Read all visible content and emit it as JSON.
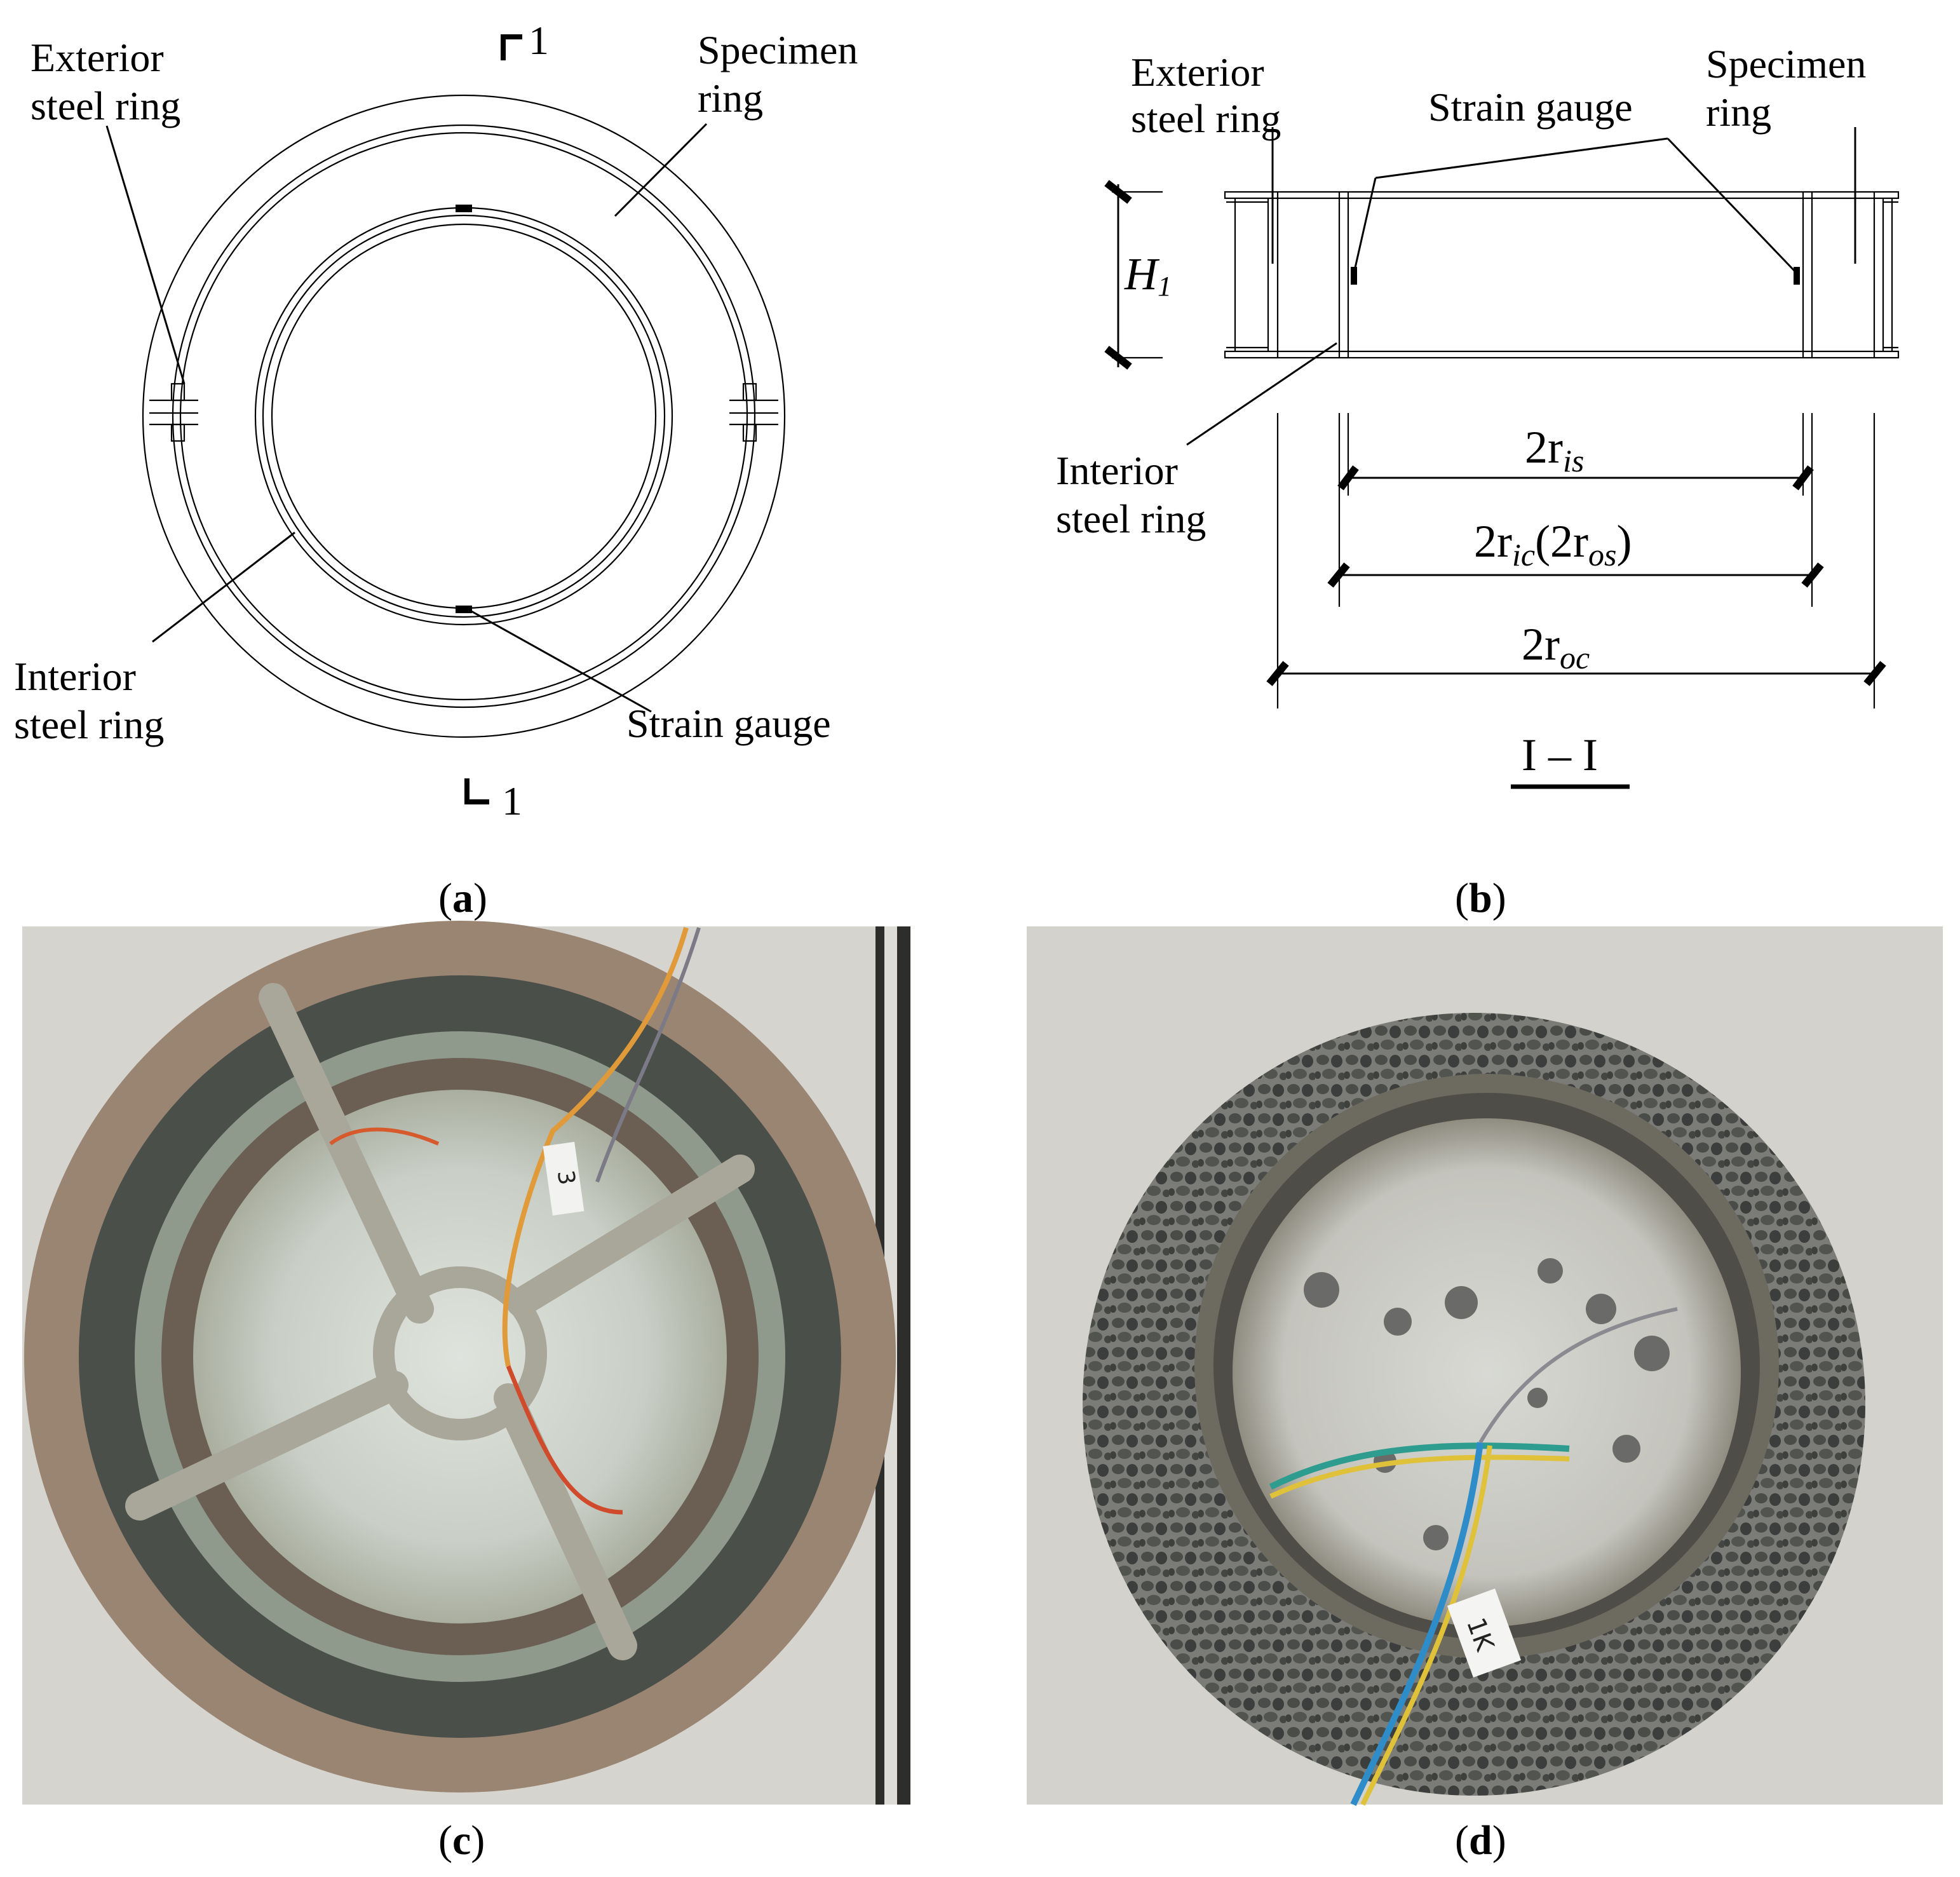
{
  "panel_a": {
    "exterior_ring_line1": "Exterior",
    "exterior_ring_line2": "steel ring",
    "specimen_ring_line1": "Specimen",
    "specimen_ring_line2": "ring",
    "interior_ring_line1": "Interior",
    "interior_ring_line2": "steel ring",
    "strain_gauge": "Strain gauge",
    "section_mark_top": "1",
    "section_mark_bottom": "1",
    "caption_letter": "a"
  },
  "panel_b": {
    "exterior_ring_line1": "Exterior",
    "exterior_ring_line2": "steel ring",
    "strain_gauge": "Strain gauge",
    "specimen_ring_line1": "Specimen",
    "specimen_ring_line2": "ring",
    "interior_ring_line1": "Interior",
    "interior_ring_line2": "steel  ring",
    "height_label": "H",
    "height_sub": "1",
    "dim1_main": "2r",
    "dim1_sub": "is",
    "dim2_main": "2r",
    "dim2_sub": "ic",
    "dim2_paren_open": "(2r",
    "dim2_paren_sub": "os",
    "dim2_paren_close": ")",
    "dim3_main": "2r",
    "dim3_sub": "oc",
    "section_title": "I – I",
    "caption_letter": "b"
  },
  "panel_c": {
    "caption_letter": "c",
    "sample_tag": "3"
  },
  "panel_d": {
    "caption_letter": "d",
    "sample_tag": "1K"
  },
  "colors": {
    "line": "#000000",
    "photo_background": "#d9d6cf",
    "steel_ring_rust": "#8a7766",
    "concrete_dark": "#3f4540",
    "aggregate_grey": "#6e6e6b"
  }
}
